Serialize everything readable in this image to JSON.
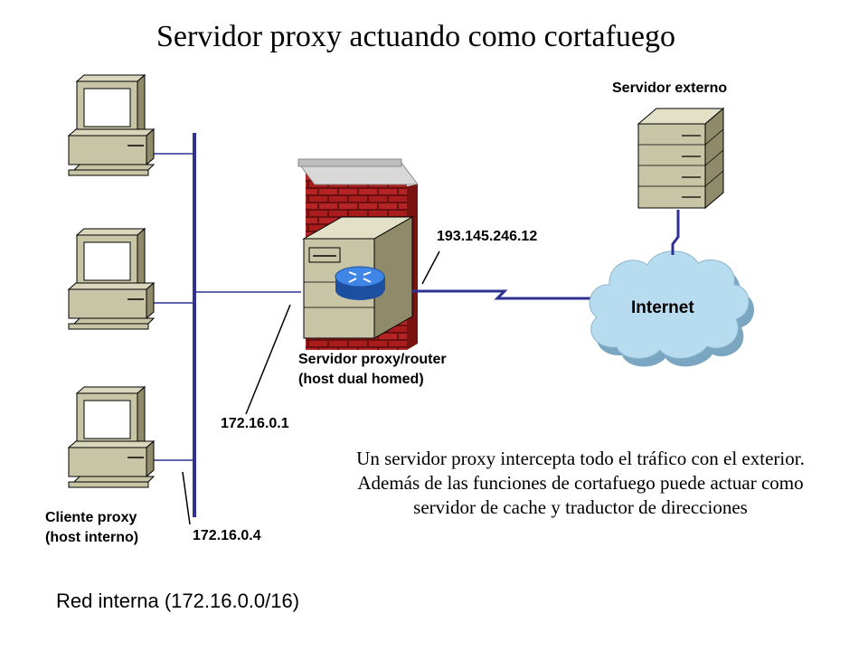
{
  "title": "Servidor proxy actuando como cortafuego",
  "external_server": {
    "label": "Servidor externo"
  },
  "internet": {
    "label": "Internet"
  },
  "proxy": {
    "label_line1": "Servidor proxy/router",
    "label_line2": "(host dual homed)",
    "external_ip": "193.145.246.12",
    "internal_ip": "172.16.0.1"
  },
  "client": {
    "label_line1": "Cliente proxy",
    "label_line2": "(host interno)",
    "ip": "172.16.0.4"
  },
  "caption": "Un servidor proxy intercepta todo el tráfico con el exterior. Además de las funciones de cortafuego puede actuar como servidor de cache y traductor de direcciones",
  "network": {
    "label": "Red interna (172.16.0.0/16)"
  },
  "colors": {
    "link": "#2e3192",
    "brick": "#b22222",
    "beige": "#c8c4a6",
    "cloud": "#b8dcef",
    "router": "#2f6fd0"
  }
}
